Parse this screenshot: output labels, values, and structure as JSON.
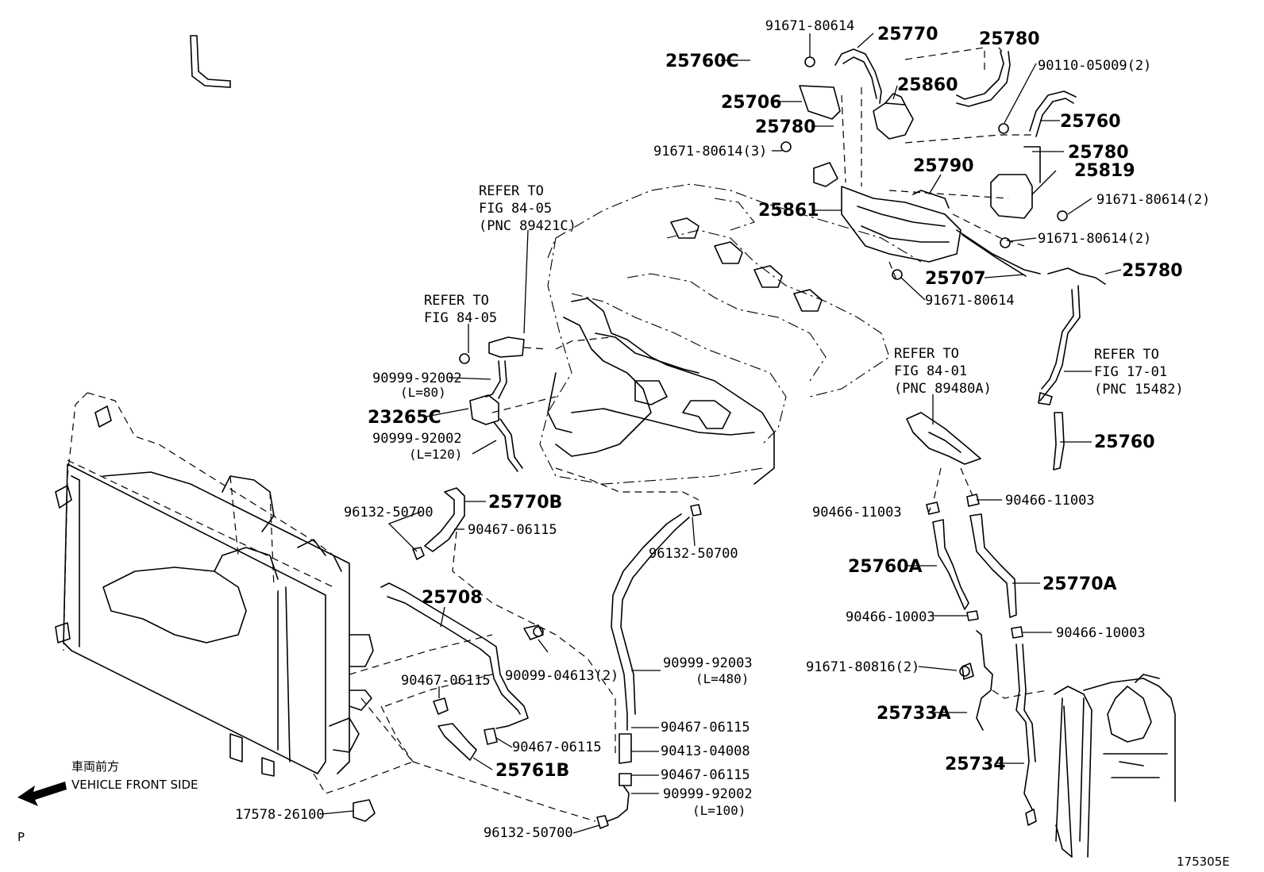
{
  "diagram": {
    "id_code": "175305E",
    "corner_mark": "P",
    "direction": {
      "jp": "車両前方",
      "en": "VEHICLE FRONT SIDE"
    },
    "refs": [
      {
        "line1": "REFER TO",
        "line2": "FIG 84-05",
        "line3": "(PNC 89421C)"
      },
      {
        "line1": "REFER TO",
        "line2": "FIG 84-05"
      },
      {
        "line1": "REFER TO",
        "line2": "FIG 84-01",
        "line3": "(PNC 89480A)"
      },
      {
        "line1": "REFER TO",
        "line2": "FIG 17-01",
        "line3": "(PNC 15482)"
      }
    ],
    "labels": [
      {
        "text": "91671-80614"
      },
      {
        "text": "25770"
      },
      {
        "text": "25780"
      },
      {
        "text": "25760C"
      },
      {
        "text": "90110-05009(2)"
      },
      {
        "text": "25860"
      },
      {
        "text": "25706"
      },
      {
        "text": "25760"
      },
      {
        "text": "25780"
      },
      {
        "text": "91671-80614(3)"
      },
      {
        "text": "25780"
      },
      {
        "text": "25790"
      },
      {
        "text": "25819"
      },
      {
        "text": "25861"
      },
      {
        "text": "91671-80614(2)"
      },
      {
        "text": "91671-80614(2)"
      },
      {
        "text": "25707"
      },
      {
        "text": "25780"
      },
      {
        "text": "91671-80614"
      },
      {
        "text": "90999-92002"
      },
      {
        "text": "(L=80)"
      },
      {
        "text": "23265C"
      },
      {
        "text": "90999-92002"
      },
      {
        "text": "(L=120)"
      },
      {
        "text": "25760"
      },
      {
        "text": "96132-50700"
      },
      {
        "text": "25770B"
      },
      {
        "text": "90467-06115"
      },
      {
        "text": "90466-11003"
      },
      {
        "text": "90466-11003"
      },
      {
        "text": "96132-50700"
      },
      {
        "text": "25760A"
      },
      {
        "text": "25770A"
      },
      {
        "text": "25708"
      },
      {
        "text": "90466-10003"
      },
      {
        "text": "90466-10003"
      },
      {
        "text": "90099-04613(2)"
      },
      {
        "text": "90999-92003"
      },
      {
        "text": "(L=480)"
      },
      {
        "text": "90467-06115"
      },
      {
        "text": "91671-80816(2)"
      },
      {
        "text": "25733A"
      },
      {
        "text": "90467-06115"
      },
      {
        "text": "90467-06115"
      },
      {
        "text": "90413-04008"
      },
      {
        "text": "25761B"
      },
      {
        "text": "25734"
      },
      {
        "text": "90467-06115"
      },
      {
        "text": "90999-92002"
      },
      {
        "text": "(L=100)"
      },
      {
        "text": "17578-26100"
      },
      {
        "text": "96132-50700"
      }
    ]
  }
}
